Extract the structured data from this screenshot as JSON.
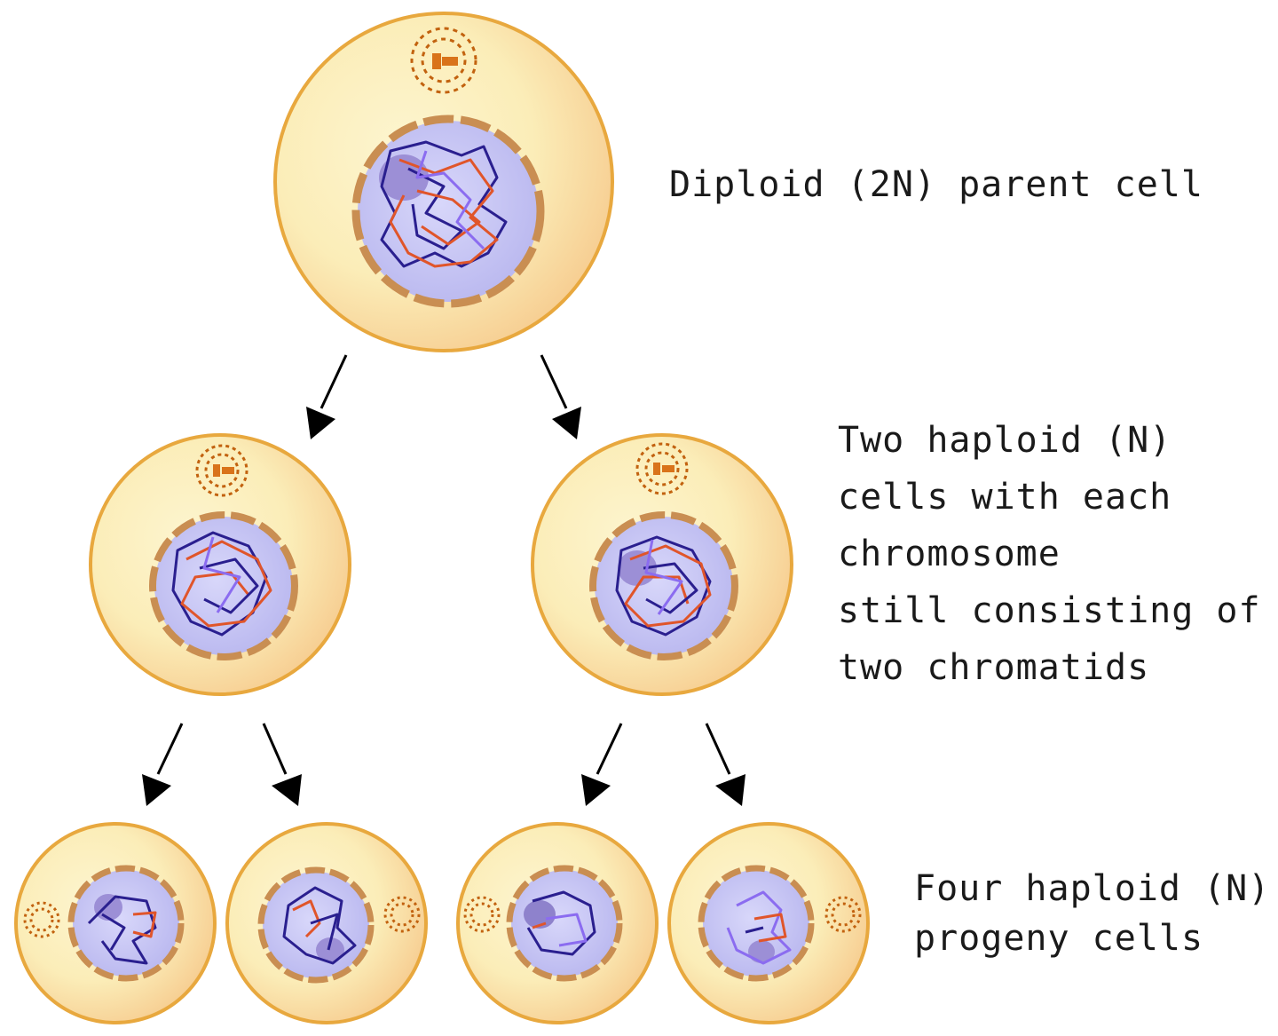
{
  "labels": {
    "parent": "Diploid (2N) parent cell",
    "second_division": [
      "Two haploid (N)",
      "cells with each",
      "chromosome",
      "still consisting of",
      "two chromatids"
    ],
    "progeny": [
      "Four haploid (N)",
      "progeny cells"
    ]
  },
  "colors": {
    "cytoplasm": "#fbedb8",
    "cytoplasm_edge": "#e8a83e",
    "cell_shadow": "#f6c98c",
    "nucleus": "#c9c8f4",
    "nuclear_envelope": "#c98e52",
    "chromosome_maternal": "#2a1f8f",
    "chromosome_paternal": "#e0552a",
    "chromosome_light": "#8b6cf0",
    "centrosome": "#c2620f",
    "arrow": "#000000"
  }
}
